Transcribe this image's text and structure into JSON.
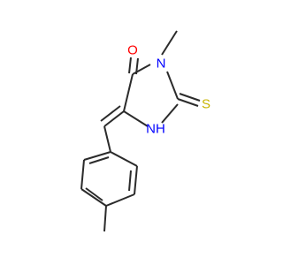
{
  "atoms": {
    "o_label": "O",
    "n_methyl_label": "N",
    "s_label": "S",
    "nh_label": "NH"
  },
  "colors": {
    "oxygen": "#ff0000",
    "nitrogen": "#0000ff",
    "sulfur": "#c8b400",
    "bond": "#2b2b2b"
  }
}
